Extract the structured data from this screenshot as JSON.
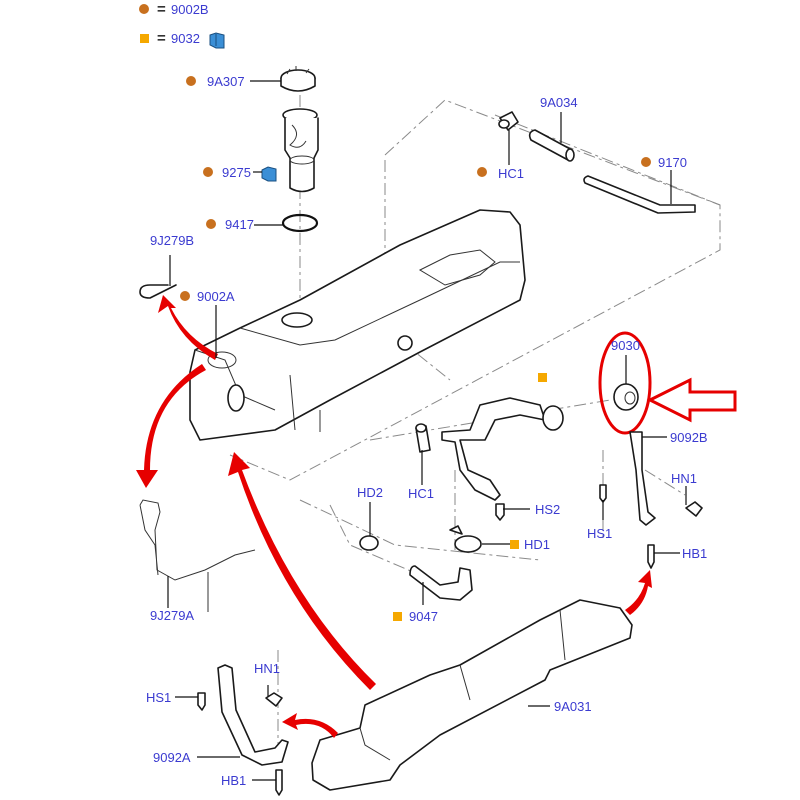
{
  "diagram": {
    "title": "Fuel tank assembly exploded view",
    "legend": [
      {
        "marker": "circle",
        "color": "#c8701e",
        "equals": "=",
        "part": "9002B"
      },
      {
        "marker": "square",
        "color": "#f5a800",
        "equals": "=",
        "part": "9032",
        "icon": "connector-icon"
      }
    ],
    "colors": {
      "label_text": "#3b3bd0",
      "circle_marker": "#c8701e",
      "square_marker": "#f5a800",
      "highlight": "#e60000",
      "connector": "#3b8fd6"
    },
    "labels": {
      "p9A307": "9A307",
      "p9275": "9275",
      "p9417": "9417",
      "p9J279B": "9J279B",
      "p9002A": "9002A",
      "p9A034": "9A034",
      "pHC1_top": "HC1",
      "p9170": "9170",
      "p9030": "9030",
      "p9092B": "9092B",
      "pHN1_right": "HN1",
      "pHS1_right": "HS1",
      "pHB1_right": "HB1",
      "pHD2": "HD2",
      "pHC1_mid": "HC1",
      "pHS2": "HS2",
      "pHD1": "HD1",
      "p9047": "9047",
      "p9J279A": "9J279A",
      "pHN1_left": "HN1",
      "pHS1_left": "HS1",
      "p9092A": "9092A",
      "pHB1_left": "HB1",
      "p9A031": "9A031"
    },
    "highlighted_part": "9030"
  }
}
